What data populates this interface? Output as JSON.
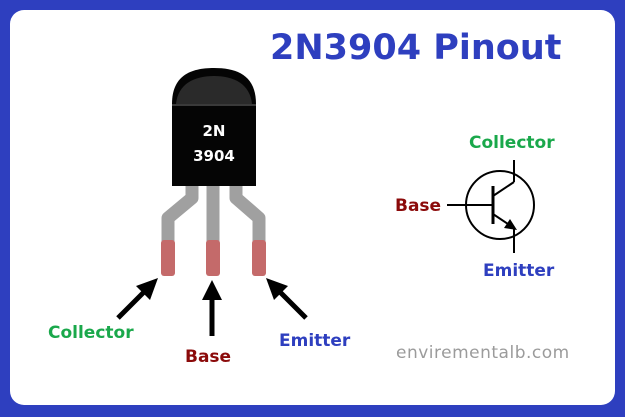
{
  "title": "2N3904 Pinout",
  "package": {
    "line1": "2N",
    "line2": "3904"
  },
  "pins": {
    "collector": "Collector",
    "base": "Base",
    "emitter": "Emitter"
  },
  "symbol_labels": {
    "collector": "Collector",
    "base": "Base",
    "emitter": "Emitter"
  },
  "watermark": "envirementalb.com",
  "colors": {
    "border": "#2e3fbf",
    "collector": "#1aa84b",
    "base": "#8b0a0a",
    "emitter": "#2e3fbf",
    "lead": "#a0a0a0",
    "lead_tip": "#c46a6a"
  }
}
